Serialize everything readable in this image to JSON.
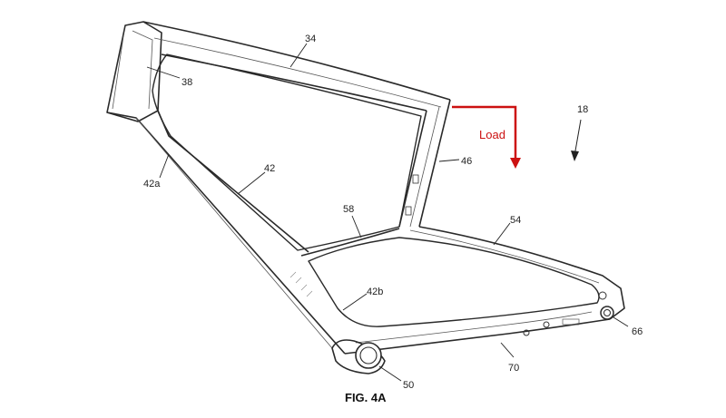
{
  "figure": {
    "caption": "FIG. 4A",
    "load_label": "Load",
    "load_color": "#cc1111",
    "labels": {
      "r34": "34",
      "r38": "38",
      "r42": "42",
      "r42a": "42a",
      "r42b": "42b",
      "r46": "46",
      "r18": "18",
      "r58": "58",
      "r54": "54",
      "r66": "66",
      "r70": "70",
      "r50": "50"
    }
  }
}
